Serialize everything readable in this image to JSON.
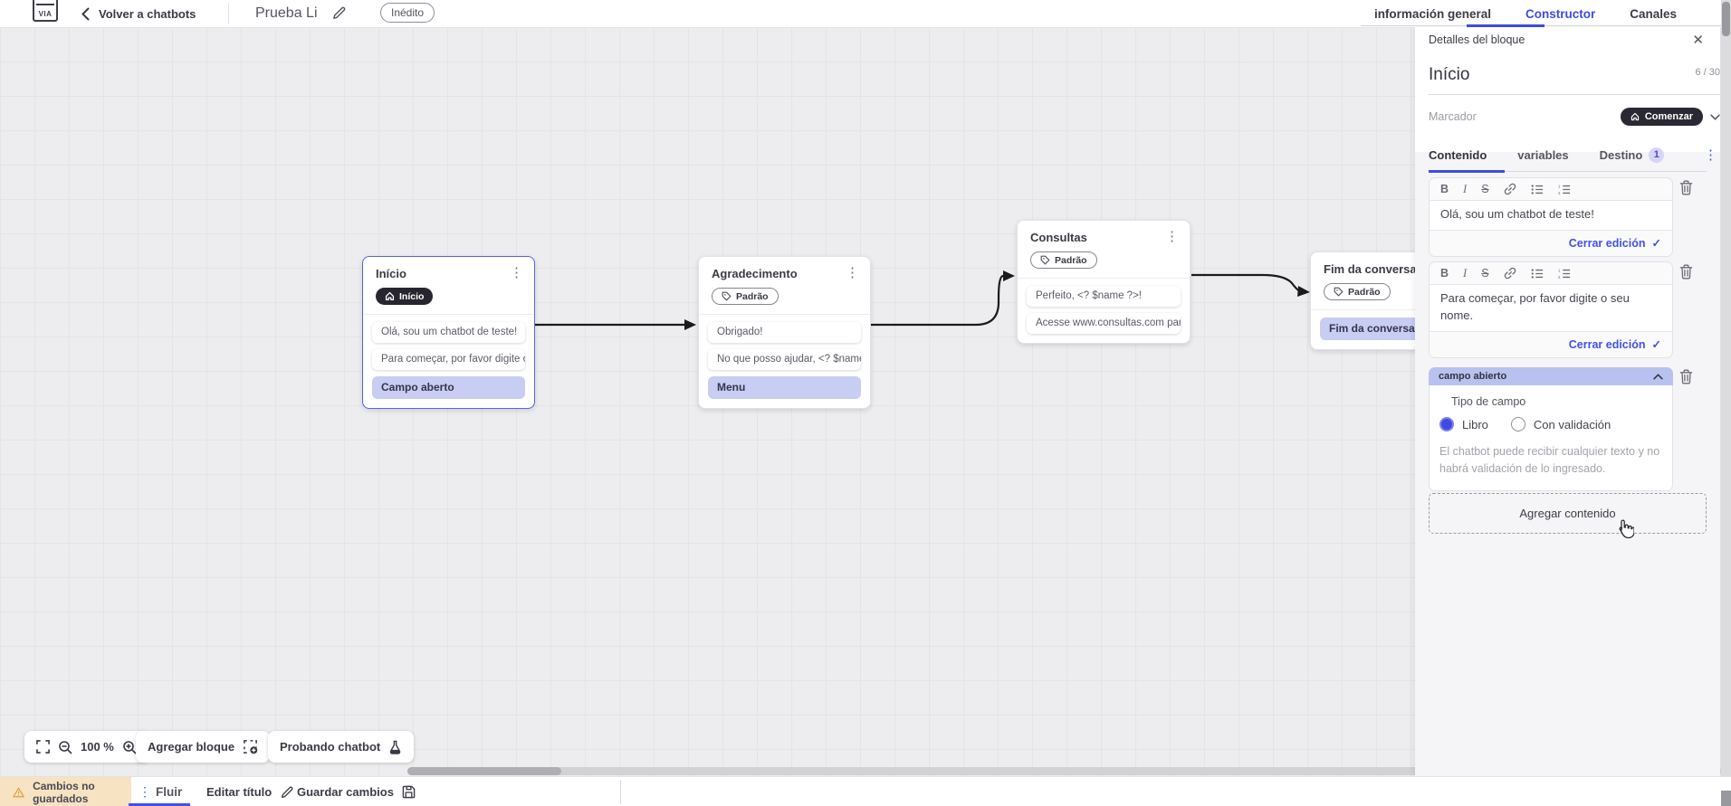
{
  "header": {
    "logo_text": "VIA",
    "back_label": "Volver a chatbots",
    "doc_title": "Prueba Li",
    "status_badge": "Inédito",
    "tabs": [
      {
        "label": "información general"
      },
      {
        "label": "Constructor"
      },
      {
        "label": "Canales"
      }
    ]
  },
  "panel": {
    "title": "Detalles del bloque",
    "block_name": "Início",
    "counter": "6 / 30",
    "marker_label": "Marcador",
    "marker_button": "Comenzar",
    "tabs": [
      {
        "label": "Contenido"
      },
      {
        "label": "variables"
      },
      {
        "label": "Destino",
        "badge": "1"
      }
    ],
    "editors": [
      {
        "text": "Olá, sou um chatbot de teste!",
        "close_label": "Cerrar edición"
      },
      {
        "text": "Para começar, por favor digite o seu nome.",
        "close_label": "Cerrar edición"
      }
    ],
    "field_section": {
      "header": "campo abierto",
      "type_label": "Tipo de campo",
      "option_free": "Libro",
      "option_validated": "Con validación",
      "help_text": "El chatbot puede recibir cualquier texto y no habrá validación de lo ingresado."
    },
    "add_content_label": "Agregar contenido"
  },
  "canvas": {
    "nodes": [
      {
        "title": "Início",
        "badge": "Início",
        "items": [
          {
            "text": "Olá, sou um chatbot de teste!"
          },
          {
            "text": "Para começar, por favor digite o ..."
          },
          {
            "text": "Campo aberto"
          }
        ]
      },
      {
        "title": "Agradecimento",
        "badge": "Padrão",
        "items": [
          {
            "text": "Obrigado!"
          },
          {
            "text": "No que posso ajudar, <? $name ..."
          },
          {
            "text": "Menu"
          }
        ]
      },
      {
        "title": "Consultas",
        "badge": "Padrão",
        "items": [
          {
            "text": "Perfeito, <? $name ?>!"
          },
          {
            "text": "Acesse www.consultas.com par..."
          }
        ]
      },
      {
        "title": "Fim da conversa",
        "badge": "Padrão",
        "items": [
          {
            "text": "Fim da conversa"
          }
        ]
      }
    ]
  },
  "toolbar": {
    "zoom_level": "100 %",
    "add_block_label": "Agregar bloque",
    "test_label": "Probando chatbot"
  },
  "footer": {
    "warning_label": "Cambios no guardados",
    "flow_tab": "Fluir",
    "edit_title_label": "Editar título",
    "save_label": "Guardar cambios"
  },
  "colors": {
    "accent_blue": "#3c4ce0",
    "highlight_periwinkle": "#c7cdf3",
    "dark_pill": "#27262f",
    "warning_bg": "#f7e3c2"
  }
}
